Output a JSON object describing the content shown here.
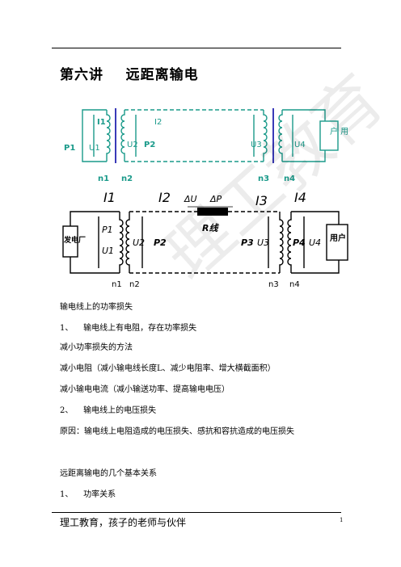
{
  "title": "第六讲    远距离输电",
  "diagram1": {
    "I1": "I1",
    "I2": "I2",
    "P1": "P1",
    "U1": "U1",
    "U2": "U2",
    "P2": "P2",
    "U3": "U3",
    "U4": "U4",
    "n1": "n1",
    "n2": "n2",
    "n3": "n3",
    "n4": "n4",
    "user_label": "户   用"
  },
  "diagram2": {
    "I1": "I1",
    "I2": "I2",
    "I3": "I3",
    "I4": "I4",
    "dU": "ΔU",
    "dP": "ΔP",
    "R": "R线",
    "generator_label": "发电厂",
    "P1": "P1",
    "U1": "U1",
    "U2": "U2",
    "P2": "P2",
    "P3": "P3",
    "U3": "U3",
    "P4": "P4",
    "U4": "U4",
    "user_label": "用户",
    "n1": "n1",
    "n2": "n2",
    "n3": "n3",
    "n4": "n4"
  },
  "body_lines": [
    "输电线上的功率损失",
    "1、    输电线上有电阻，存在功率损失",
    "减小功率损失的方法",
    "减小电阻（减小输电线长度L、减少电阻率、增大横截面积）",
    "减小输电电流（减小输送功率、提高输电电压）",
    "2、    输电线上的电压损失",
    "原因：输电线上电阻造成的电压损失、感抗和容抗造成的电压损失",
    "",
    "远距离输电的几个基本关系",
    "1、    功率关系"
  ],
  "watermark": "理工教育",
  "footer": "理工教育，孩子的老师与伙伴",
  "page_number": "1",
  "colors": {
    "diagram1": "#1a9a8a",
    "core": "#3a3ab8",
    "text": "#000000"
  }
}
